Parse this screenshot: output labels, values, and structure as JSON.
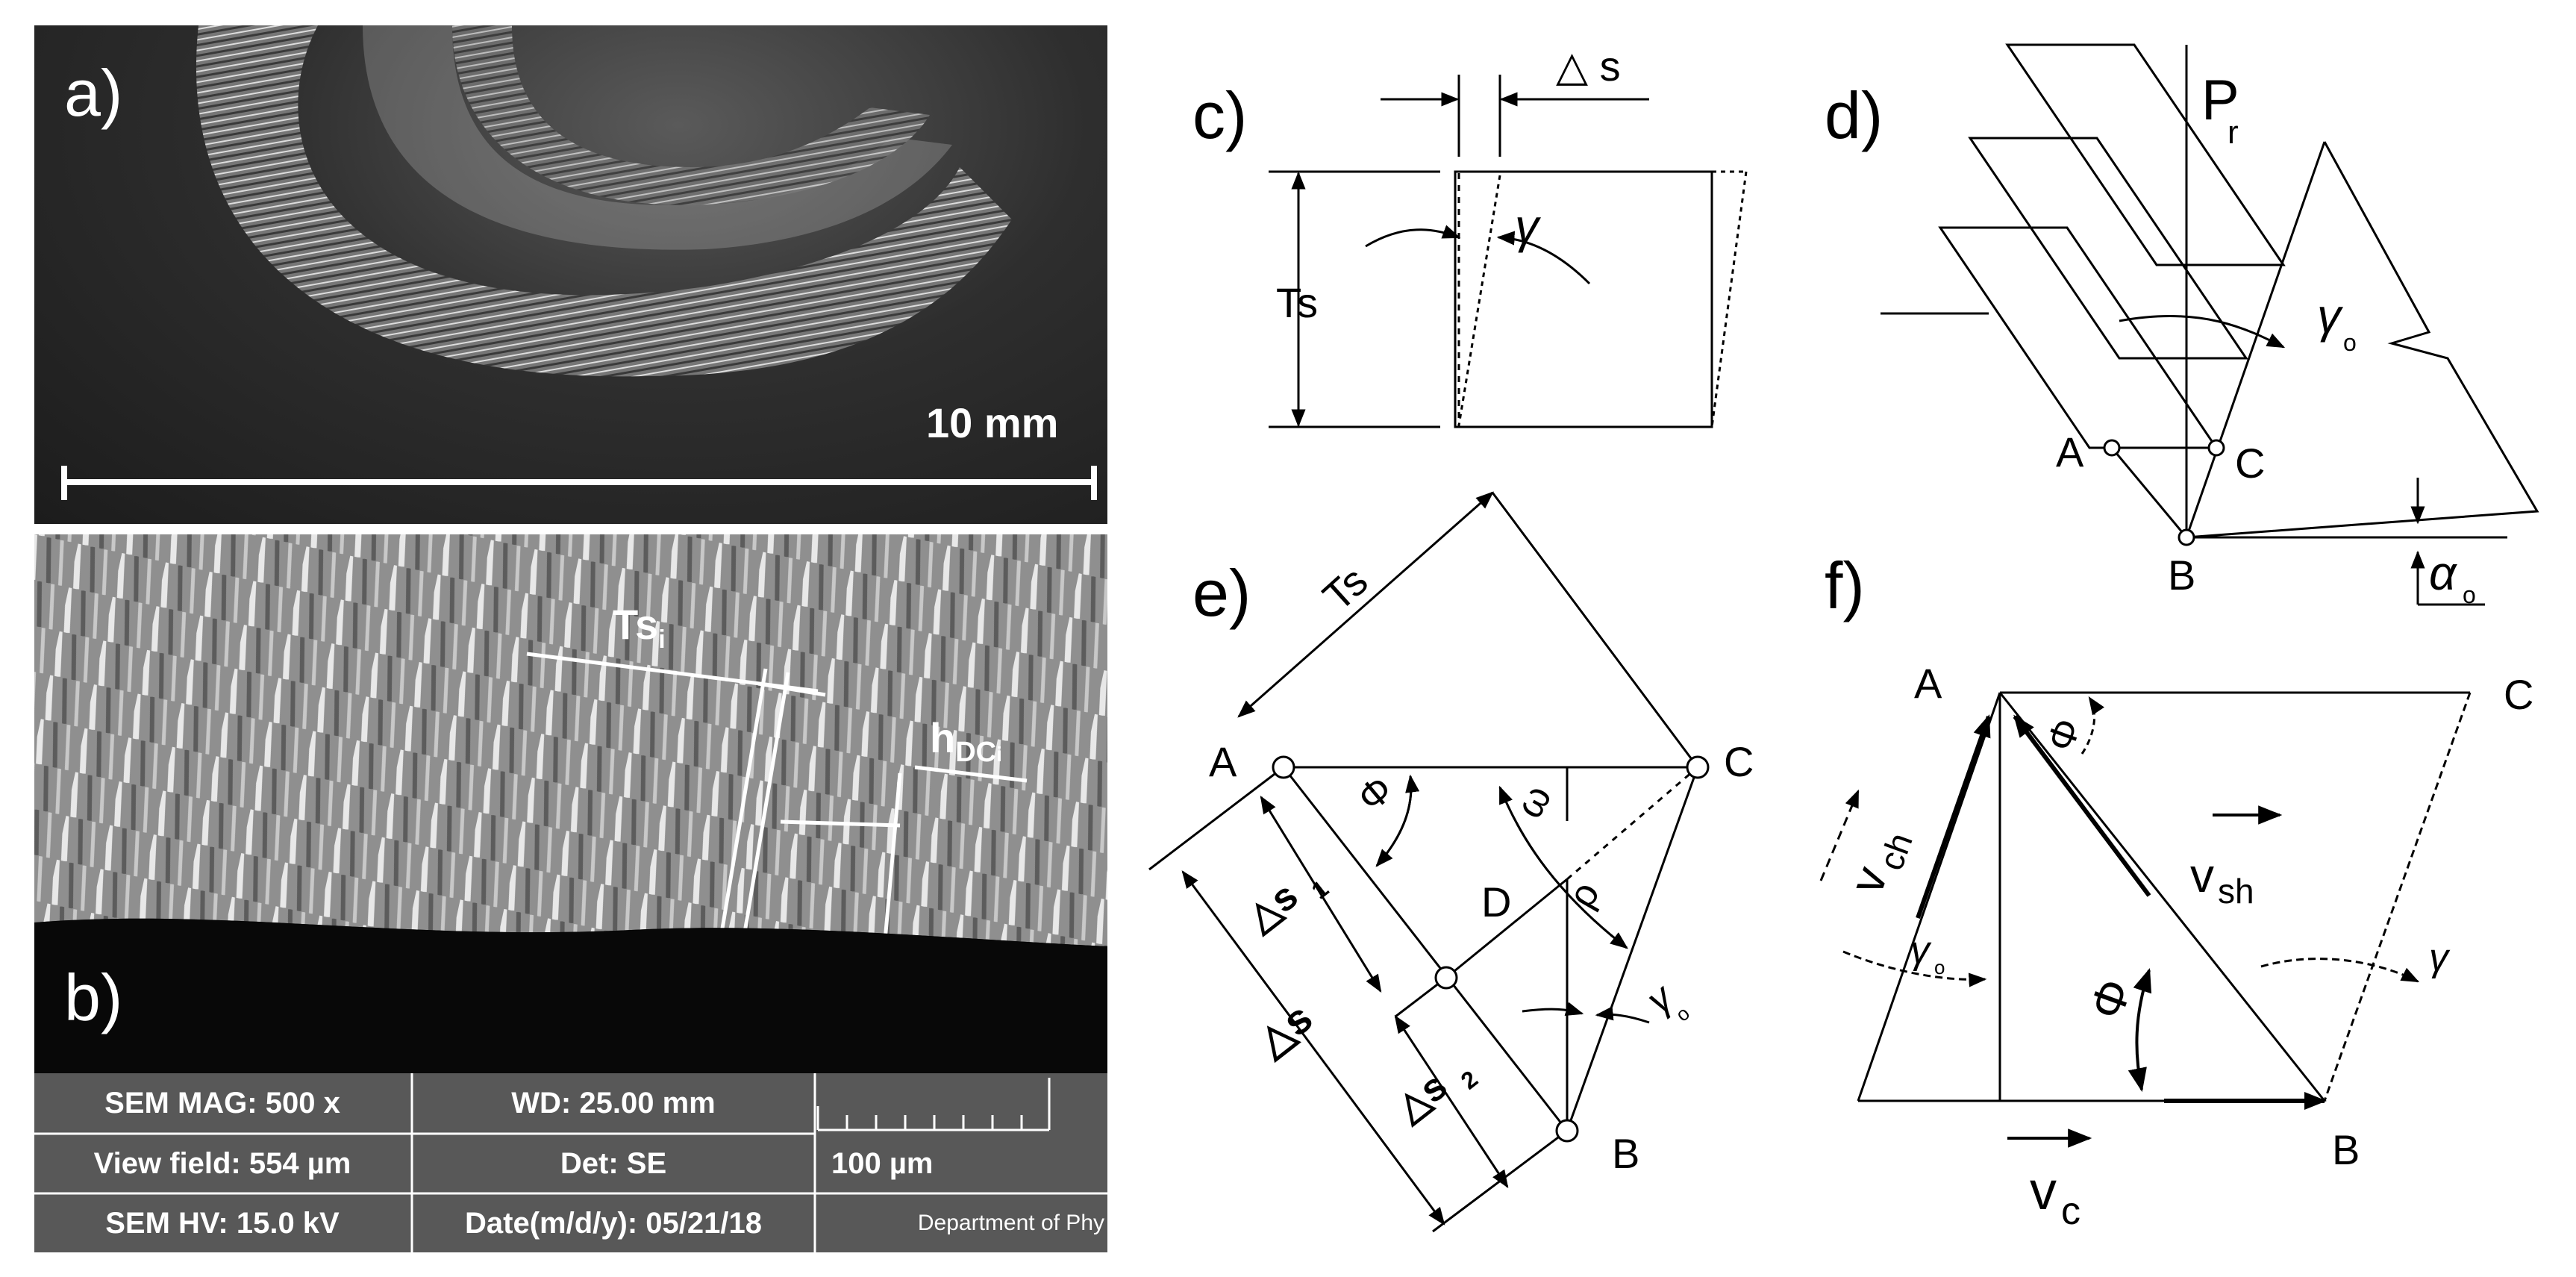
{
  "panel_a": {
    "label": "a)",
    "scale_text": "10 mm"
  },
  "panel_b": {
    "label": "b)",
    "ts_label": "Ts",
    "ts_sub": "i",
    "hdc_label": "h",
    "hdc_mid": "DC",
    "hdc_sub": "i"
  },
  "sem_info": {
    "mag": "SEM MAG: 500 x",
    "wd": "WD: 25.00 mm",
    "view_field": "View field: 554 µm",
    "det": "Det: SE",
    "hv": "SEM HV: 15.0 kV",
    "date": "Date(m/d/y): 05/21/18",
    "scale": "100 µm",
    "dept": "Department of Phy"
  },
  "panel_c": {
    "label": "c)",
    "ds": "△ s",
    "ts": "Ts",
    "gamma": "γ"
  },
  "panel_d": {
    "label": "d)",
    "pr": "P",
    "pr_sub": "r",
    "gamma0": "γ",
    "gamma0_sub": "o",
    "alpha0": "α",
    "alpha0_sub": "o",
    "a": "A",
    "b": "B",
    "c": "C"
  },
  "panel_e": {
    "label": "e)",
    "ts": "Ts",
    "a": "A",
    "b": "B",
    "c": "C",
    "d": "D",
    "phi": "Φ",
    "omega": "ω",
    "rho": "ρ",
    "gamma0": "γ",
    "gamma0_sub": "o",
    "ds1": "△s",
    "ds1_sub": "1",
    "ds2": "△s",
    "ds2_sub": "2",
    "ds": "△s"
  },
  "panel_f": {
    "label": "f)",
    "a": "A",
    "b": "B",
    "c": "C",
    "phi": "Φ",
    "vch": "v",
    "vch_sub": "ch",
    "vsh": "v",
    "vsh_sub": "sh",
    "vc": "v",
    "vc_sub": "c",
    "gamma0": "γ",
    "gamma0_sub": "o",
    "gamma": "γ"
  }
}
